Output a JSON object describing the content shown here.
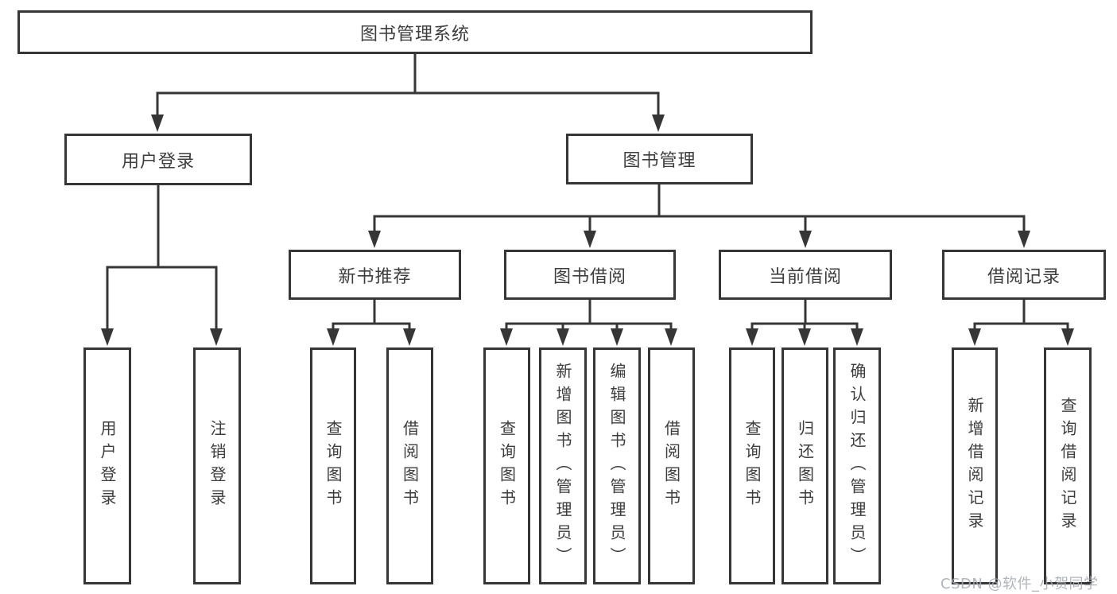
{
  "diagram_type": "hierarchy-chart",
  "tree": {
    "root": "图书管理系统",
    "user_login": {
      "label": "用户登录",
      "children": {
        "login": "用户登录",
        "logout": "注销登录"
      }
    },
    "book_mgmt": {
      "label": "图书管理",
      "sections": {
        "new_book": {
          "label": "新书推荐",
          "children": {
            "query": "查询图书",
            "borrow": "借阅图书"
          }
        },
        "book_borrow": {
          "label": "图书借阅",
          "children": {
            "query": "查询图书",
            "add": "新增图书（管理员）",
            "edit": "编辑图书（管理员）",
            "borrow": "借阅图书"
          }
        },
        "current_borrow": {
          "label": "当前借阅",
          "children": {
            "query": "查询图书",
            "return": "归还图书",
            "confirm": "确认归还（管理员）"
          }
        },
        "borrow_record": {
          "label": "借阅记录",
          "children": {
            "add": "新增借阅记录",
            "query": "查询借阅记录"
          }
        }
      }
    }
  },
  "watermark": "CSDN @软件_小贺同学",
  "colors": {
    "line": "#363636",
    "text": "#3d3d3d",
    "background": "#ffffff",
    "watermark": "#a6abb2"
  }
}
